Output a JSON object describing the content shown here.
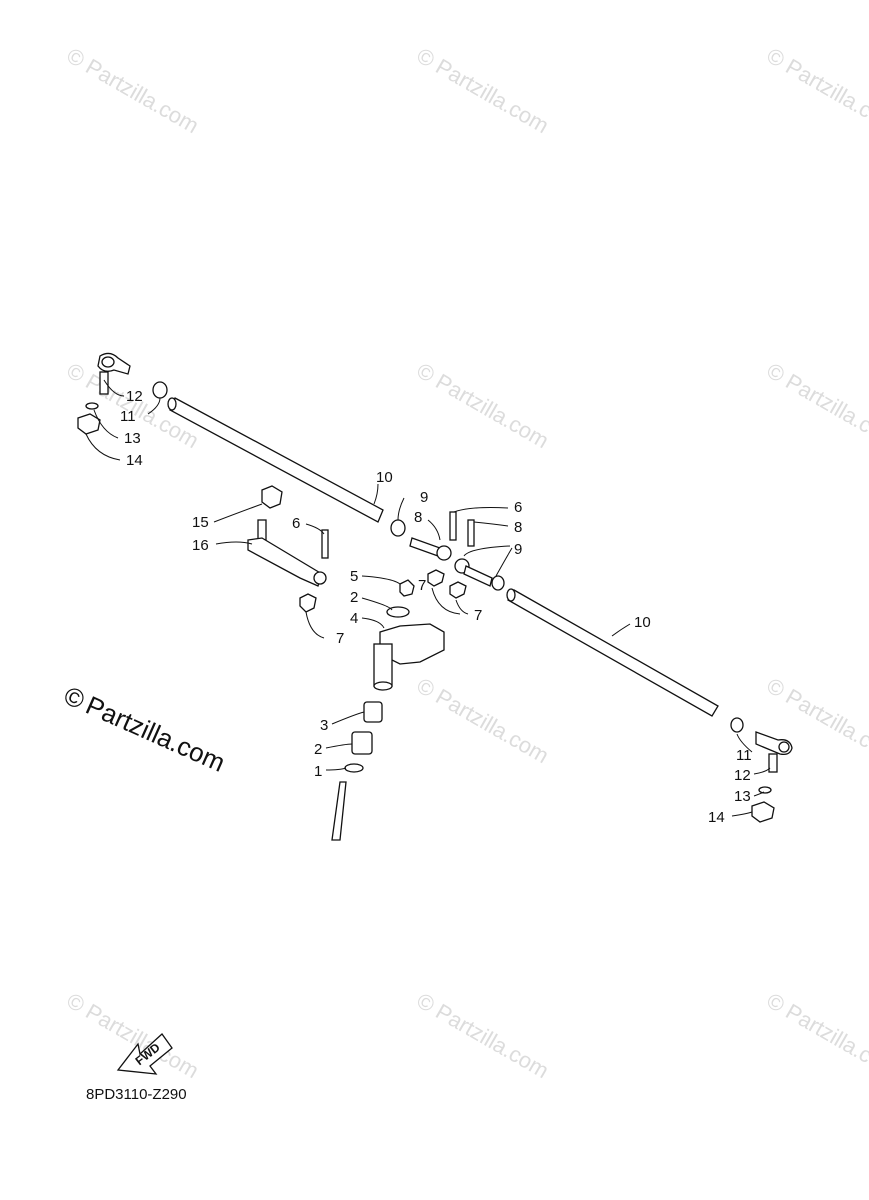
{
  "watermark": {
    "text": "Partzilla.com",
    "symbol": "©"
  },
  "main_watermark": {
    "text": "Partzilla.com",
    "symbol": "©"
  },
  "diagram_code": "8PD3110-Z290",
  "fwd_label": "FWD",
  "callouts": [
    "1",
    "2",
    "2",
    "3",
    "4",
    "5",
    "6",
    "6",
    "7",
    "7",
    "7",
    "8",
    "8",
    "9",
    "9",
    "10",
    "10",
    "11",
    "11",
    "12",
    "12",
    "13",
    "13",
    "14",
    "14",
    "15",
    "16"
  ],
  "colors": {
    "line": "#111111",
    "watermark": "#dcdcdc",
    "background": "#ffffff"
  }
}
